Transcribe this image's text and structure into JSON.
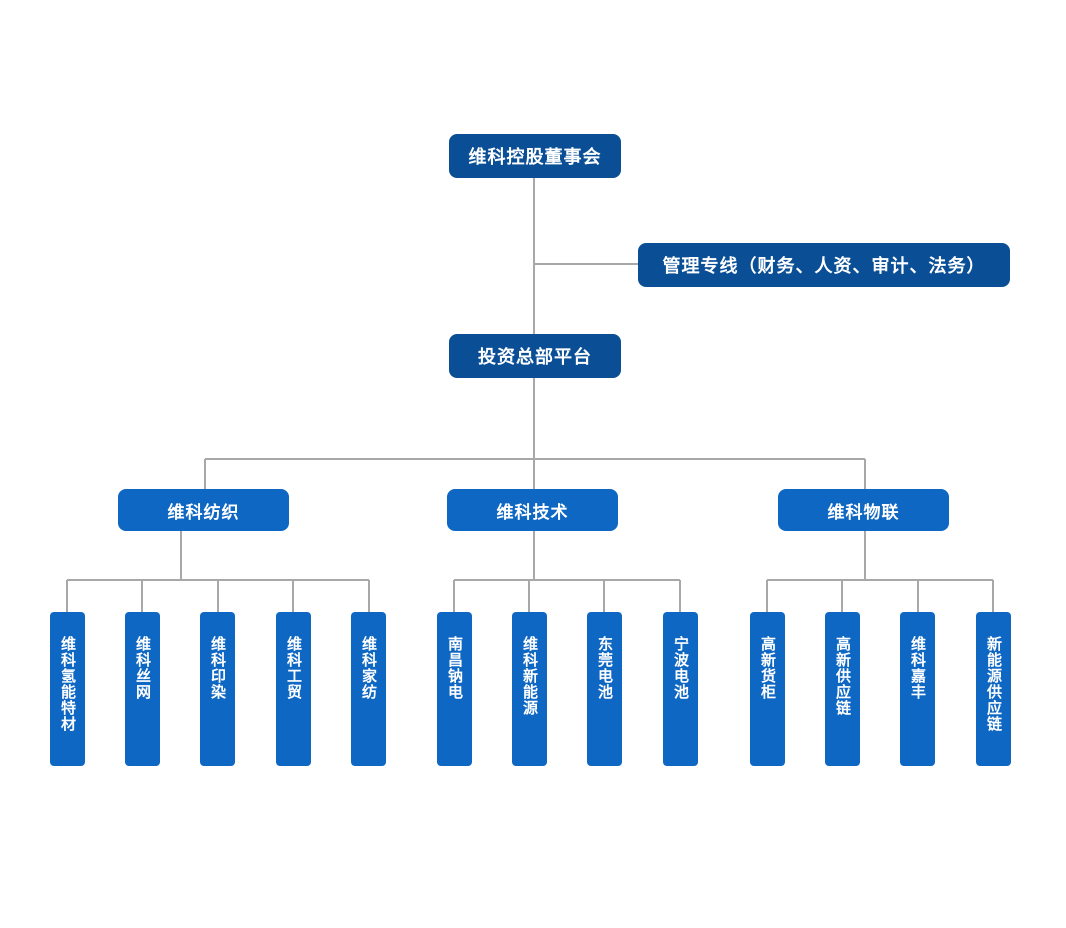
{
  "board": "维科控股董事会",
  "management_line": "管理专线（财务、人资、审计、法务）",
  "platform": "投资总部平台",
  "divisions": [
    {
      "name": "维科纺织",
      "subsidiaries": [
        "维科氢能特材",
        "维科丝网",
        "维科印染",
        "维科工贸",
        "维科家纺"
      ]
    },
    {
      "name": "维科技术",
      "subsidiaries": [
        "南昌钠电",
        "维科新能源",
        "东莞电池",
        "宁波电池"
      ]
    },
    {
      "name": "维科物联",
      "subsidiaries": [
        "高新货柜",
        "高新供应链",
        "维科嘉丰",
        "新能源供应链"
      ]
    }
  ]
}
